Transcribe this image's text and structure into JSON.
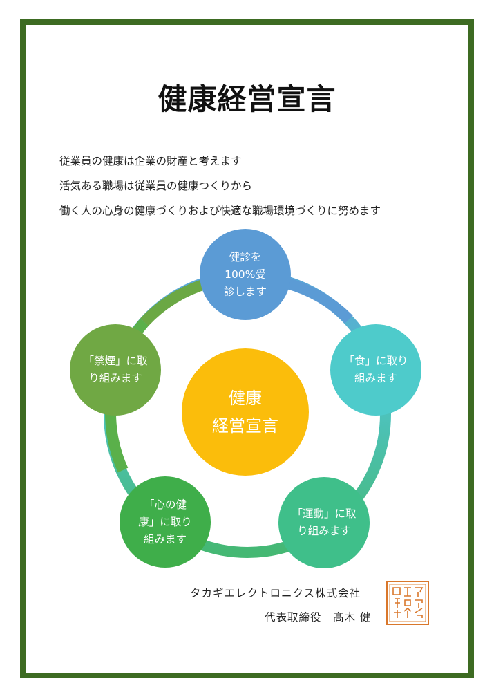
{
  "title": "健康経営宣言",
  "intro_lines": [
    "従業員の健康は企業の財産と考えます",
    "活気ある職場は従業員の健康つくりから",
    "働く人の心身の健康づくりおよび快適な職場環境づくりに努めます"
  ],
  "diagram": {
    "center": [
      "健康",
      "経営宣言"
    ],
    "nodes": [
      {
        "lines": [
          "健診を",
          "100%受",
          "診します"
        ]
      },
      {
        "lines": [
          "「食」に取り",
          "組みます"
        ]
      },
      {
        "lines": [
          "「運動」に取",
          "り組みます"
        ]
      },
      {
        "lines": [
          "「心の健",
          "康」に取り",
          "組みます"
        ]
      },
      {
        "lines": [
          "「禁煙」に取",
          "り組みます"
        ]
      }
    ]
  },
  "colors": {
    "frame": "#3d6b22",
    "center": "#fbbd0b",
    "node_blue": "#5b9bd5",
    "node_cyan": "#4ecbcb",
    "node_teal": "#3fbf8a",
    "node_green": "#3fae4a",
    "node_olive": "#70a844",
    "seal": "#d9772b"
  },
  "signature": {
    "company": "タカギエレクトロニクス株式会社",
    "representative": "代表取締役　髙木 健"
  }
}
